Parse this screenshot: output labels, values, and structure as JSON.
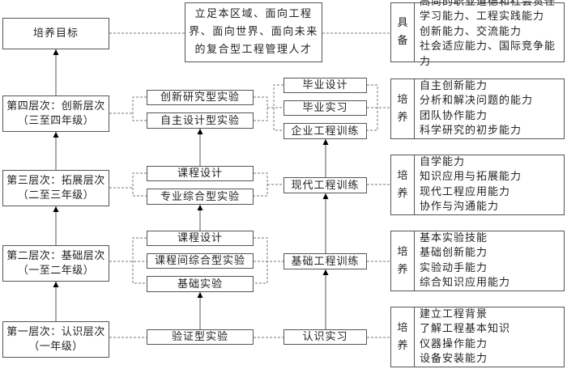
{
  "goal": {
    "label": "培养目标"
  },
  "vision": {
    "lines": [
      "立足本区域、面向工程",
      "界、面向世界、面向未来",
      "的复合型工程管理人才"
    ]
  },
  "levels": [
    {
      "title": "第一层次：认识层次",
      "subtitle": "（一年级）"
    },
    {
      "title": "第二层次：基础层次",
      "subtitle": "（一至二年级）"
    },
    {
      "title": "第三层次：拓展层次",
      "subtitle": "（二至三年级）"
    },
    {
      "title": "第四层次：创新层次",
      "subtitle": "（三至四年级）"
    }
  ],
  "experiments": {
    "level4": [
      "创新研究型实验",
      "自主设计型实验"
    ],
    "level3": [
      "课程设计",
      "专业综合型实验"
    ],
    "level2": [
      "课程设计",
      "课程间综合型实验",
      "基础实验"
    ],
    "level1": [
      "验证型实验"
    ]
  },
  "training": {
    "level4": [
      "毕业设计",
      "毕业实习",
      "企业工程训练"
    ],
    "level3": [
      "现代工程训练"
    ],
    "level2": [
      "基础工程训练"
    ],
    "level1": [
      "认识实习"
    ]
  },
  "abilities": {
    "goal": {
      "tag": [
        "具",
        "备"
      ],
      "items": [
        "高尚的职业道德和社会责任",
        "学习能力、工程实践能力",
        "创新能力、交流能力",
        "社会适应能力、国际竞争能力"
      ]
    },
    "level4": {
      "tag": [
        "培",
        "养"
      ],
      "items": [
        "自主创新能力",
        "分析和解决问题的能力",
        "团队协作能力",
        "科学研究的初步能力"
      ]
    },
    "level3": {
      "tag": [
        "培",
        "养"
      ],
      "items": [
        "自学能力",
        "知识应用与拓展能力",
        "现代工程应用能力",
        "协作与沟通能力"
      ]
    },
    "level2": {
      "tag": [
        "培",
        "养"
      ],
      "items": [
        "基本实验技能",
        "基础创新能力",
        "实验动手能力",
        "综合知识应用能力"
      ]
    },
    "level1": {
      "tag": [
        "培",
        "养"
      ],
      "items": [
        "建立工程背景",
        "了解工程基本知识",
        "仪器操作能力",
        "设备安装能力"
      ]
    }
  }
}
